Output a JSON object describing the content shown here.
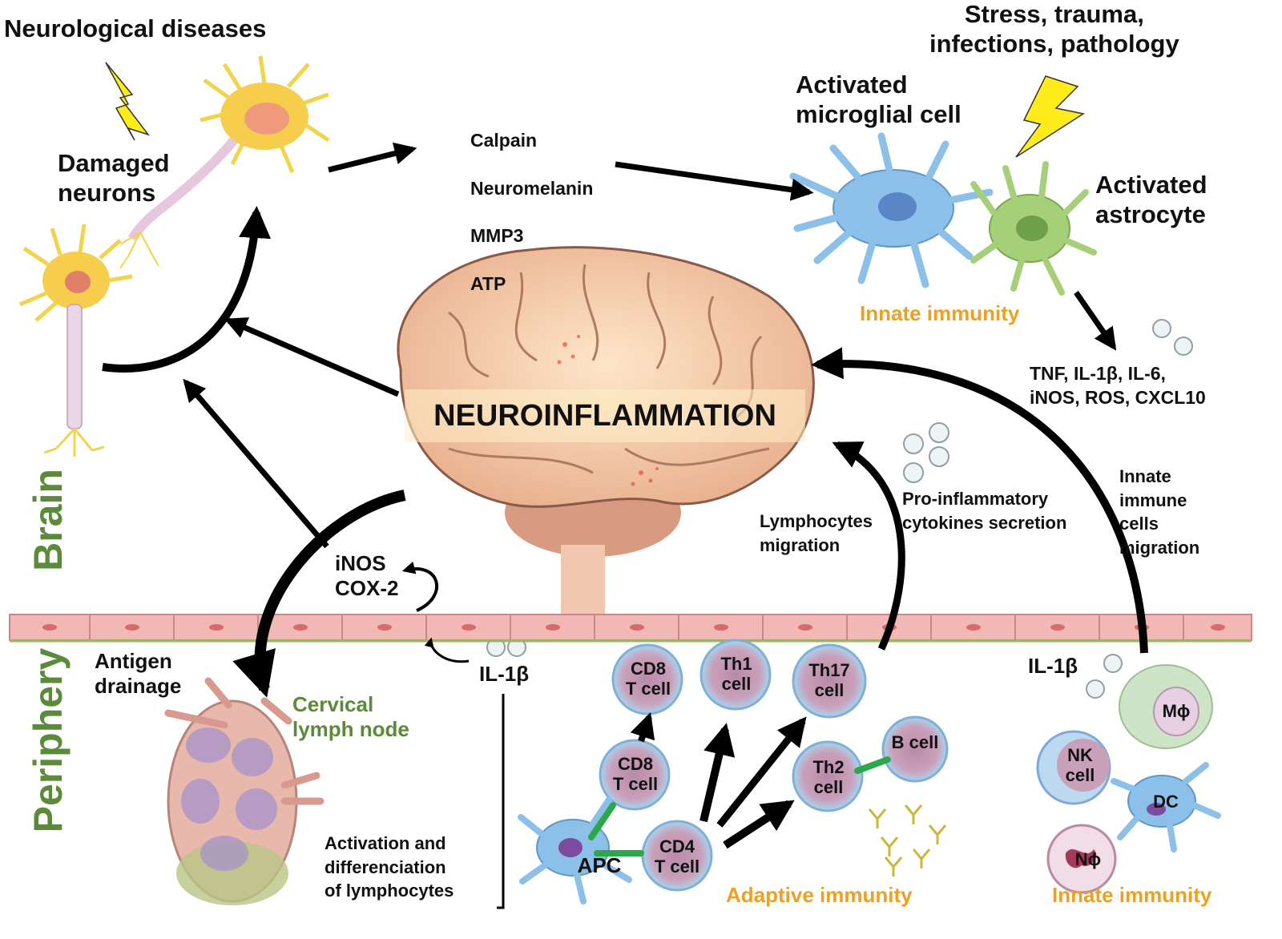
{
  "top_left": {
    "neurological_diseases": "Neurological diseases",
    "damaged_neurons": "Damaged\nneurons"
  },
  "mediators": [
    "Calpain",
    "Neuromelanin",
    "MMP3",
    "ATP"
  ],
  "top_right": {
    "stress": "Stress, trauma,\ninfections,  pathology",
    "microglia": "Activated\nmicroglial cell",
    "astrocyte": "Activated\nastrocyte",
    "innate_immunity": "Innate immunity",
    "cytokines": "TNF, IL-1β, IL-6,\niNOS, ROS, CXCL10"
  },
  "center": {
    "title": "NEUROINFLAMMATION"
  },
  "middle": {
    "lymphocytes_migration": "Lymphocytes\nmigration",
    "pro_inflammatory": "Pro-inflammatory\ncytokines secretion",
    "innate_migration": "Innate\nimmune\ncells\nmigration",
    "inos_cox": "iNOS\nCOX-2"
  },
  "regions": {
    "brain": "Brain",
    "periphery": "Periphery"
  },
  "bottom_left": {
    "antigen_drainage": "Antigen\ndrainage",
    "cervical_lymph_node": "Cervical\nlymph node",
    "il1b": "IL-1β",
    "activation": "Activation and\ndifferenciation\nof lymphocytes"
  },
  "adaptive": {
    "cd8_top": "CD8\nT cell",
    "th1": "Th1\ncell",
    "th17": "Th17\ncell",
    "cd8_mid": "CD8\nT cell",
    "th2": "Th2\ncell",
    "b_cell": "B cell",
    "apc": "APC",
    "cd4": "CD4\nT cell",
    "label": "Adaptive immunity"
  },
  "innate_right": {
    "il1b": "IL-1β",
    "macrophage": "Mϕ",
    "nk": "NK\ncell",
    "dc": "DC",
    "neutrophil": "Nϕ",
    "label": "Innate immunity"
  },
  "colors": {
    "brain_fill": "#f2c9a8",
    "neuron": "#f5d04a",
    "microglia": "#8cc0e8",
    "astrocyte": "#a6cf7a",
    "lymphocyte_ring": "#a9d3ee",
    "lymphocyte_core": "#c99bb5",
    "barrier": "#f2b8b5",
    "orange_label": "#f0a020",
    "green_label": "#5a8a3a",
    "lightning": "#ffec1a"
  }
}
